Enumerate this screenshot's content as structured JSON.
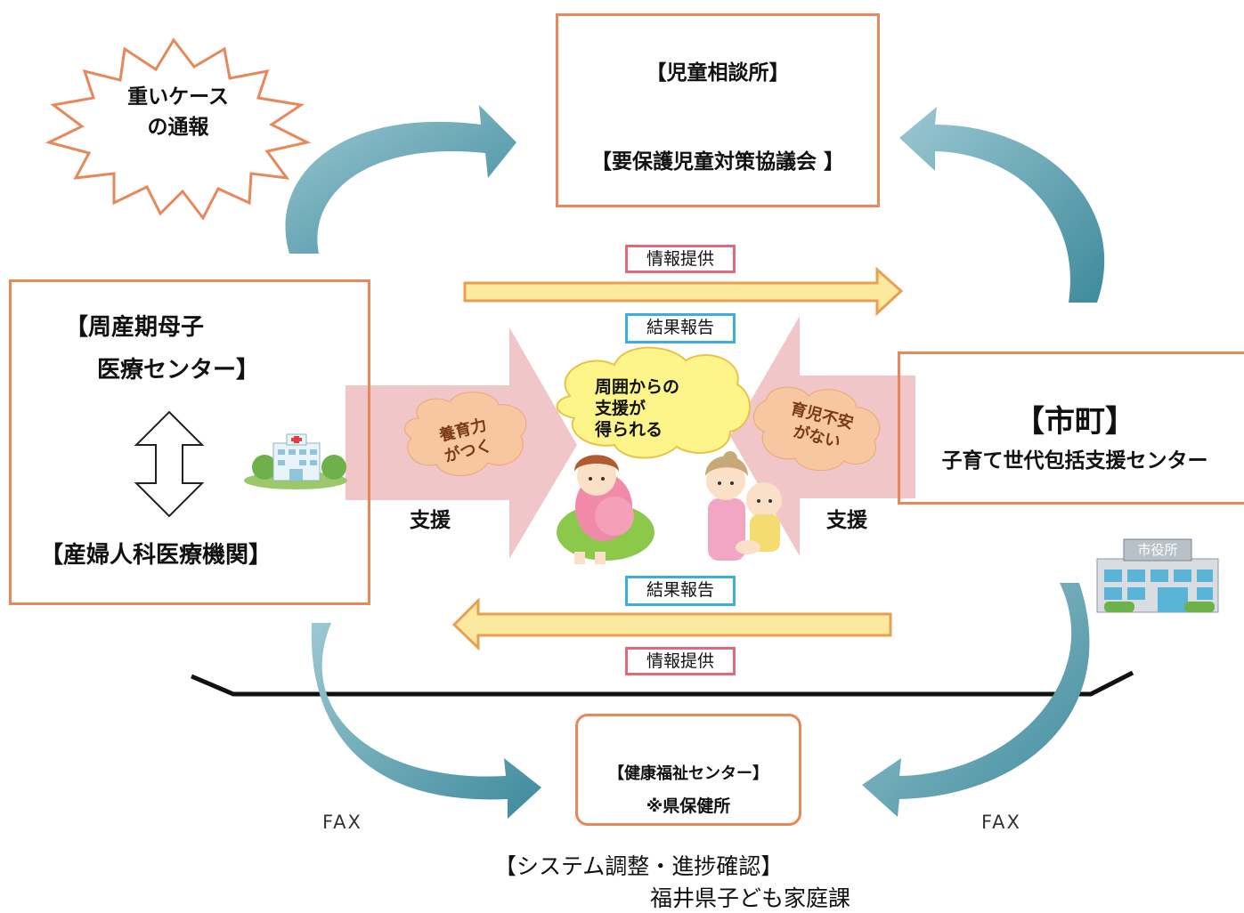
{
  "burst": {
    "line1": "重いケース",
    "line2": "の通報"
  },
  "top_box": {
    "title": "【児童相談所】",
    "subtitle": "【要保護児童対策協議会 】"
  },
  "left_box": {
    "line1": "【周産期母子",
    "line2": "医療センター】",
    "line3": "【産婦人科医療機関】"
  },
  "right_box": {
    "title": "【市町】",
    "subtitle": "子育て世代包括支援センター"
  },
  "bottom_box": {
    "line1": "【健康福祉センター】",
    "line2": "※県保健所"
  },
  "labels": {
    "info_top": "情報提供",
    "result_top": "結果報告",
    "result_bottom": "結果報告",
    "info_bottom": "情報提供",
    "support_left": "支援",
    "support_right": "支援",
    "fax_left": "FAX",
    "fax_right": "FAX"
  },
  "clouds": {
    "center": {
      "line1": "周囲からの",
      "line2": "支援が",
      "line3": "得られる"
    },
    "left": {
      "line1": "養育力",
      "line2": "がつく"
    },
    "right": {
      "line1": "育児不安",
      "line2": "がない"
    }
  },
  "city_hall_sign": "市役所",
  "footer": {
    "line1": "【システム調整・進捗確認】",
    "line2": "福井県子ども家庭課"
  },
  "colors": {
    "orange_border": "#e8875a",
    "teal_arrow": "#4a8fa0",
    "yellow_arrow": "#fbe9a0",
    "yellow_arrow_border": "#e8a050",
    "pink_arrow": "#eebcbf",
    "pink_label_border": "#e06a7a",
    "blue_label_border": "#3aaee0",
    "cloud_yellow": "#fdf58a",
    "cloud_peach": "#f6c7a0"
  }
}
